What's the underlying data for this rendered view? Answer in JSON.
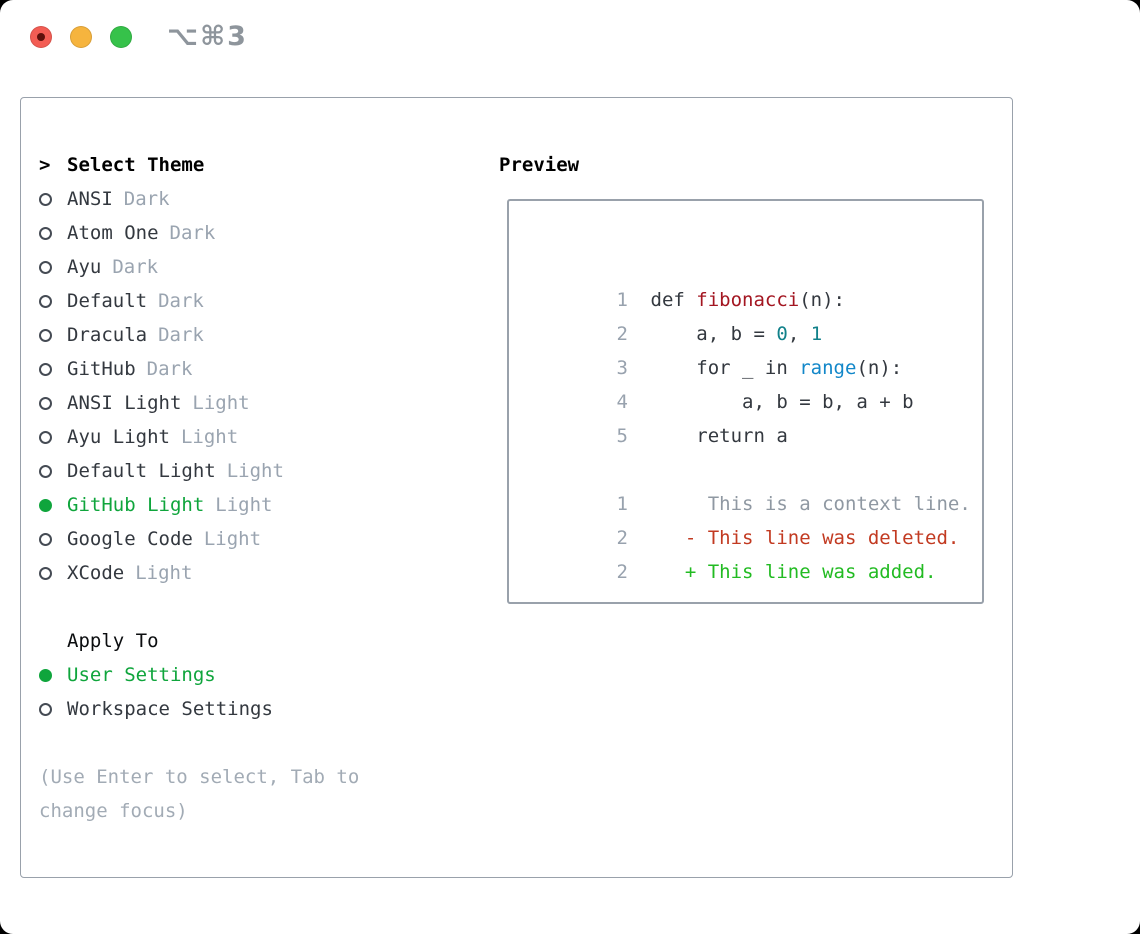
{
  "window": {
    "shortcut": "⌥⌘3"
  },
  "theme_list": {
    "prompt": ">",
    "title": "Select Theme",
    "items": [
      {
        "name": "ANSI",
        "variant": "Dark",
        "selected": false
      },
      {
        "name": "Atom One",
        "variant": "Dark",
        "selected": false
      },
      {
        "name": "Ayu",
        "variant": "Dark",
        "selected": false
      },
      {
        "name": "Default",
        "variant": "Dark",
        "selected": false
      },
      {
        "name": "Dracula",
        "variant": "Dark",
        "selected": false
      },
      {
        "name": "GitHub",
        "variant": "Dark",
        "selected": false
      },
      {
        "name": "ANSI Light",
        "variant": "Light",
        "selected": false
      },
      {
        "name": "Ayu Light",
        "variant": "Light",
        "selected": false
      },
      {
        "name": "Default Light",
        "variant": "Light",
        "selected": false
      },
      {
        "name": "GitHub Light",
        "variant": "Light",
        "selected": true
      },
      {
        "name": "Google Code",
        "variant": "Light",
        "selected": false
      },
      {
        "name": "XCode",
        "variant": "Light",
        "selected": false
      }
    ]
  },
  "apply_to": {
    "title": "Apply To",
    "options": [
      {
        "label": "User Settings",
        "selected": true
      },
      {
        "label": "Workspace Settings",
        "selected": false
      }
    ]
  },
  "help": {
    "line1": "(Use Enter to select, Tab to",
    "line2": "change focus)"
  },
  "preview": {
    "title": "Preview",
    "code_lines": [
      {
        "num": "1",
        "segments": [
          {
            "t": "def ",
            "c": "fg"
          },
          {
            "t": "fibonacci",
            "c": "fn"
          },
          {
            "t": "(n):",
            "c": "fg"
          }
        ]
      },
      {
        "num": "2",
        "segments": [
          {
            "t": "    a, b = ",
            "c": "fg"
          },
          {
            "t": "0",
            "c": "num"
          },
          {
            "t": ", ",
            "c": "fg"
          },
          {
            "t": "1",
            "c": "num"
          }
        ]
      },
      {
        "num": "3",
        "segments": [
          {
            "t": "    for _ in ",
            "c": "fg"
          },
          {
            "t": "range",
            "c": "call"
          },
          {
            "t": "(n):",
            "c": "fg"
          }
        ]
      },
      {
        "num": "4",
        "segments": [
          {
            "t": "        a, b = b, a + b",
            "c": "fg"
          }
        ]
      },
      {
        "num": "5",
        "segments": [
          {
            "t": "    return a",
            "c": "fg"
          }
        ]
      },
      {
        "num": "",
        "segments": []
      },
      {
        "num": "1",
        "segments": [
          {
            "t": "     This is a context line.",
            "c": "ctx"
          }
        ]
      },
      {
        "num": "2",
        "segments": [
          {
            "t": "   - This line was deleted.",
            "c": "del"
          }
        ]
      },
      {
        "num": "2",
        "segments": [
          {
            "t": "   + This line was added.",
            "c": "add"
          }
        ]
      }
    ]
  },
  "colors": {
    "fg": "#33383f",
    "muted": "#9aa4b0",
    "help": "#a2abb5",
    "border": "#99a1ab",
    "green-sel": "#0fa53c",
    "fn-red": "#a31621",
    "num-teal": "#11818a",
    "call-blue": "#1287c9",
    "ctx-gray": "#8f98a2",
    "del-red": "#c23a21",
    "add-green": "#22bb22",
    "lnum": "#98a2ae",
    "tl-red": "#f35d54",
    "tl-yellow": "#f6b43e",
    "tl-green": "#36c24a",
    "shortcut": "#8e959c"
  }
}
